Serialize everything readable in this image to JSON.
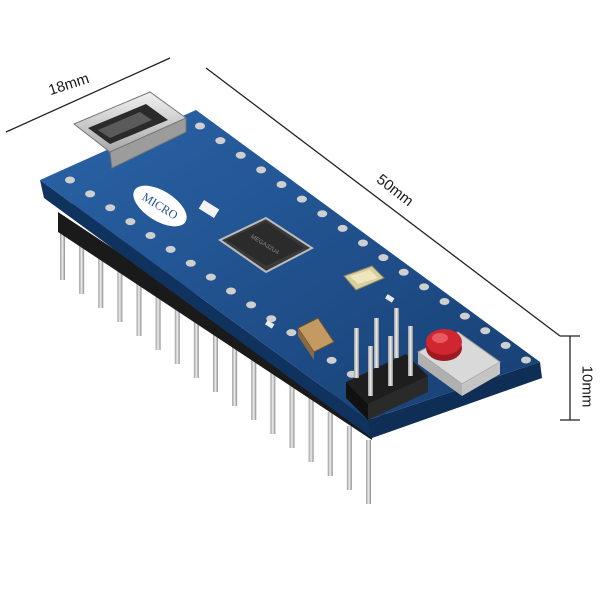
{
  "dimensions": {
    "width": "18mm",
    "length": "50mm",
    "height": "10mm"
  },
  "board": {
    "silkscreen_label": "MICRO",
    "pcb_color": "#1f4f8f",
    "button_color": "#c8202a"
  }
}
